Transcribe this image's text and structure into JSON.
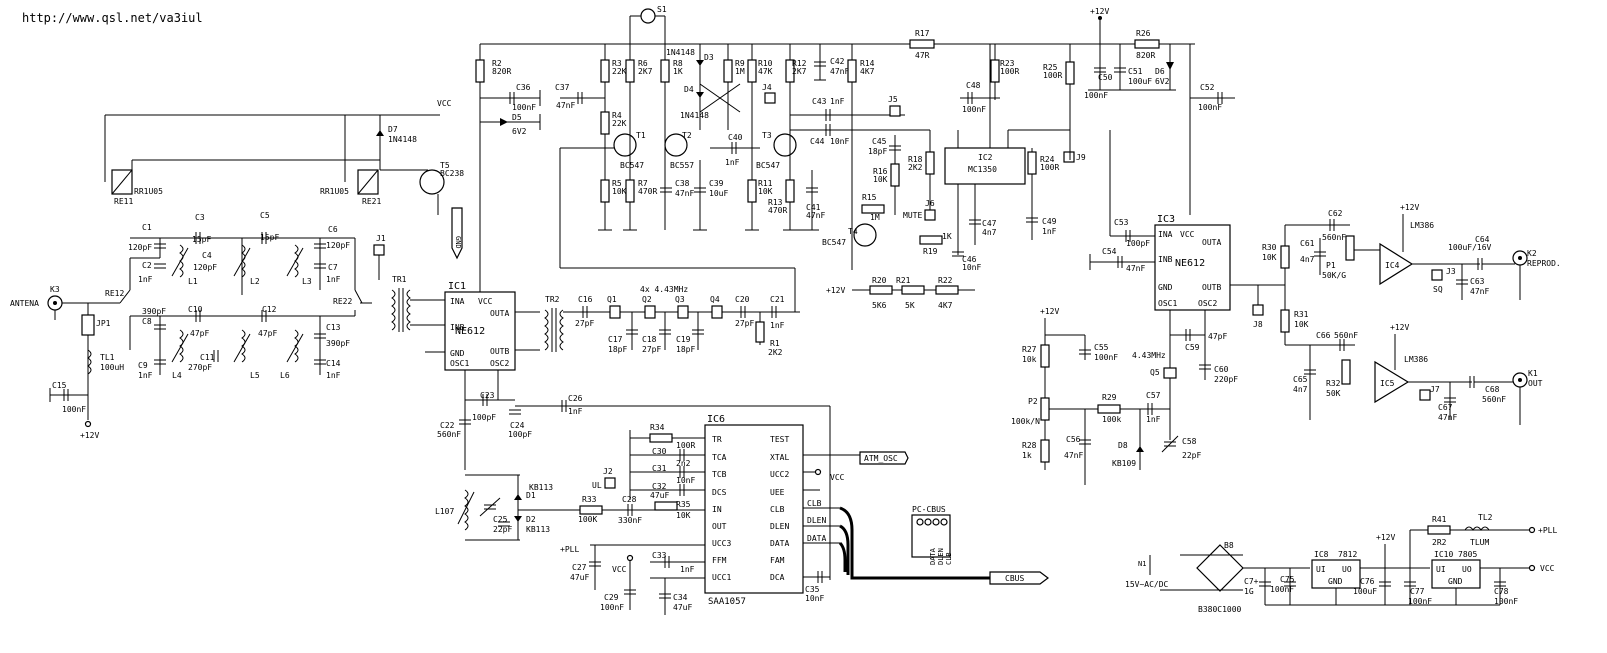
{
  "url": "http://www.qsl.net/va3iul",
  "rails": {
    "vcc": "VCC",
    "v12": "+12V",
    "pll": "+PLL"
  },
  "ics": [
    {
      "id": "IC1",
      "part": "NE612",
      "pins": [
        "INA",
        "INB",
        "GND",
        "VCC",
        "OUTA",
        "OUTB",
        "OSC1",
        "OSC2"
      ]
    },
    {
      "id": "IC2",
      "part": "MC1350"
    },
    {
      "id": "IC3",
      "part": "NE612",
      "pins": [
        "INA",
        "VCC",
        "OUTA",
        "INB",
        "OUTB",
        "GND",
        "OSC1",
        "OSC2"
      ]
    },
    {
      "id": "IC4",
      "part": "LM386"
    },
    {
      "id": "IC5",
      "part": "LM386"
    },
    {
      "id": "IC6",
      "part": "SAA1057",
      "pins_left": [
        "TR",
        "TCA",
        "TCB",
        "DCS",
        "IN",
        "OUT",
        "UCC3",
        "FFM",
        "UCC1"
      ],
      "pins_right": [
        "TEST",
        "XTAL",
        "UCC2",
        "UEE",
        "CLB",
        "DLEN",
        "DATA",
        "FAM",
        "DCA"
      ]
    },
    {
      "id": "IC8",
      "part": "7812",
      "pins": [
        "UI",
        "UO",
        "GND"
      ]
    },
    {
      "id": "IC10",
      "part": "7805",
      "pins": [
        "UI",
        "UO",
        "GND"
      ]
    }
  ],
  "transistors": [
    {
      "id": "T1",
      "part": "BC547"
    },
    {
      "id": "T2",
      "part": "BC557"
    },
    {
      "id": "T3",
      "part": "BC547"
    },
    {
      "id": "T4",
      "part": "BC547"
    },
    {
      "id": "T5",
      "part": "BC238"
    }
  ],
  "relays": [
    {
      "id": "RE11",
      "part": "RR1U05"
    },
    {
      "id": "RE21",
      "part": "RR1U05"
    }
  ],
  "switches": [
    "RE12",
    "RE22",
    "S1"
  ],
  "diodes": [
    {
      "id": "D1",
      "part": "KB113"
    },
    {
      "id": "D2",
      "part": "KB113"
    },
    {
      "id": "D3",
      "part": "1N4148"
    },
    {
      "id": "D4",
      "part": "1N4148"
    },
    {
      "id": "D5",
      "part": "6V2"
    },
    {
      "id": "D6",
      "part": "6V2"
    },
    {
      "id": "D7",
      "part": "1N4148"
    },
    {
      "id": "D8",
      "part": "KB109"
    }
  ],
  "bridge": {
    "id": "B8",
    "part": "B380C1000"
  },
  "resistors": [
    {
      "id": "R1",
      "value": "2K2"
    },
    {
      "id": "R2",
      "value": "820R"
    },
    {
      "id": "R3",
      "value": "22K"
    },
    {
      "id": "R4",
      "value": "22K"
    },
    {
      "id": "R5",
      "value": "10K"
    },
    {
      "id": "R6",
      "value": "2K7"
    },
    {
      "id": "R7",
      "value": "470R"
    },
    {
      "id": "R8",
      "value": "1K"
    },
    {
      "id": "R9",
      "value": "1M"
    },
    {
      "id": "R10",
      "value": "47K"
    },
    {
      "id": "R11",
      "value": "10K"
    },
    {
      "id": "R12",
      "value": "2K7"
    },
    {
      "id": "R13",
      "value": "470R"
    },
    {
      "id": "R14",
      "value": "4K7"
    },
    {
      "id": "R15",
      "value": "1M"
    },
    {
      "id": "R16",
      "value": "10K"
    },
    {
      "id": "R17",
      "value": "47R"
    },
    {
      "id": "R18",
      "value": "2K2"
    },
    {
      "id": "R19",
      "value": "1K"
    },
    {
      "id": "R20",
      "value": "5K6"
    },
    {
      "id": "R21",
      "value": "5K"
    },
    {
      "id": "R22",
      "value": "4K7"
    },
    {
      "id": "R23",
      "value": "100R"
    },
    {
      "id": "R24",
      "value": "100R"
    },
    {
      "id": "R25",
      "value": "100R"
    },
    {
      "id": "R26",
      "value": "820R"
    },
    {
      "id": "R27",
      "value": "10k"
    },
    {
      "id": "R28",
      "value": "1k"
    },
    {
      "id": "R29",
      "value": "100k"
    },
    {
      "id": "R30",
      "value": "10K"
    },
    {
      "id": "R31",
      "value": "10K"
    },
    {
      "id": "R32",
      "value": "50K"
    },
    {
      "id": "R33",
      "value": "100K"
    },
    {
      "id": "R34",
      "value": "100R"
    },
    {
      "id": "R35",
      "value": "10K"
    },
    {
      "id": "R41",
      "value": "2R2"
    }
  ],
  "pots": [
    {
      "id": "P1",
      "value": "50K/G"
    },
    {
      "id": "P2",
      "value": "100k/N"
    }
  ],
  "caps": [
    {
      "id": "C1",
      "value": "120pF"
    },
    {
      "id": "C2",
      "value": "1nF"
    },
    {
      "id": "C3",
      "value": "15pF"
    },
    {
      "id": "C4",
      "value": "120pF"
    },
    {
      "id": "C5",
      "value": "15pF"
    },
    {
      "id": "C6",
      "value": "120pF"
    },
    {
      "id": "C7",
      "value": "1nF"
    },
    {
      "id": "C8",
      "value": "390pF"
    },
    {
      "id": "C9",
      "value": "1nF"
    },
    {
      "id": "C10",
      "value": "47pF"
    },
    {
      "id": "C11",
      "value": "270pF"
    },
    {
      "id": "C12",
      "value": "47pF"
    },
    {
      "id": "C13",
      "value": "390pF"
    },
    {
      "id": "C14",
      "value": "1nF"
    },
    {
      "id": "C15",
      "value": "100nF"
    },
    {
      "id": "C16",
      "value": "27pF"
    },
    {
      "id": "C17",
      "value": "18pF"
    },
    {
      "id": "C18",
      "value": "27pF"
    },
    {
      "id": "C19",
      "value": "18pF"
    },
    {
      "id": "C20",
      "value": "27pF"
    },
    {
      "id": "C21",
      "value": "1nF"
    },
    {
      "id": "C22",
      "value": "560nF"
    },
    {
      "id": "C23",
      "value": "100pF"
    },
    {
      "id": "C24",
      "value": "100pF"
    },
    {
      "id": "C25",
      "value": "22pF"
    },
    {
      "id": "C26",
      "value": "1nF"
    },
    {
      "id": "C27",
      "value": "47uF"
    },
    {
      "id": "C28",
      "value": "330nF"
    },
    {
      "id": "C29",
      "value": "100nF"
    },
    {
      "id": "C30",
      "value": "2n2"
    },
    {
      "id": "C31",
      "value": "10nF"
    },
    {
      "id": "C32",
      "value": "47uF"
    },
    {
      "id": "C33",
      "value": "1nF"
    },
    {
      "id": "C34",
      "value": "47uF"
    },
    {
      "id": "C35",
      "value": "10nF"
    },
    {
      "id": "C36",
      "value": "100nF"
    },
    {
      "id": "C37",
      "value": "47nF"
    },
    {
      "id": "C38",
      "value": "47nF"
    },
    {
      "id": "C39",
      "value": "10uF"
    },
    {
      "id": "C40",
      "value": "1nF"
    },
    {
      "id": "C41",
      "value": "47nF"
    },
    {
      "id": "C42",
      "value": "47nF"
    },
    {
      "id": "C43",
      "value": "1nF"
    },
    {
      "id": "C44",
      "value": "10nF"
    },
    {
      "id": "C45",
      "value": "18pF"
    },
    {
      "id": "C46",
      "value": "10nF"
    },
    {
      "id": "C47",
      "value": "4n7"
    },
    {
      "id": "C48",
      "value": "100nF"
    },
    {
      "id": "C49",
      "value": "1nF"
    },
    {
      "id": "C50",
      "value": "100nF"
    },
    {
      "id": "C51",
      "value": "100uF"
    },
    {
      "id": "C52",
      "value": "100nF"
    },
    {
      "id": "C53",
      "value": "100pF"
    },
    {
      "id": "C54",
      "value": "47nF"
    },
    {
      "id": "C55",
      "value": "100nF"
    },
    {
      "id": "C56",
      "value": "47nF"
    },
    {
      "id": "C57",
      "value": "1nF"
    },
    {
      "id": "C58",
      "value": "22pF"
    },
    {
      "id": "C59",
      "value": "47pF"
    },
    {
      "id": "C60",
      "value": "220pF"
    },
    {
      "id": "C61",
      "value": "4n7"
    },
    {
      "id": "C62",
      "value": "560nF"
    },
    {
      "id": "C63",
      "value": "47nF"
    },
    {
      "id": "C64",
      "value": "100uF/16V"
    },
    {
      "id": "C65",
      "value": "4n7"
    },
    {
      "id": "C66",
      "value": "560nF"
    },
    {
      "id": "C67",
      "value": "47nF"
    },
    {
      "id": "C68",
      "value": "560nF"
    },
    {
      "id": "C7+",
      "value": "1G"
    },
    {
      "id": "C75",
      "value": "100nF"
    },
    {
      "id": "C76",
      "value": "100uF"
    },
    {
      "id": "C77",
      "value": "100nF"
    },
    {
      "id": "C78",
      "value": "100nF"
    }
  ],
  "inductors": [
    "L1",
    "L2",
    "L3",
    "L4",
    "L5",
    "L6",
    "L107"
  ],
  "transformers": [
    "TR1",
    "TR2"
  ],
  "chokes": [
    {
      "id": "TL1",
      "value": "100uH"
    },
    {
      "id": "TL2",
      "value": "TLUM"
    }
  ],
  "crystals": {
    "label": "4x 4.43MHz",
    "ids": [
      "Q1",
      "Q2",
      "Q3",
      "Q4"
    ],
    "q5": "Q5",
    "q5_freq": "4.43MHz"
  },
  "jumpers": [
    "JP1",
    "J1",
    "J2",
    "J3",
    "J4",
    "J5",
    "J6",
    "J7",
    "J8",
    "J9"
  ],
  "connectors": [
    {
      "id": "K3",
      "label": "ANTENA"
    },
    {
      "id": "K2",
      "label": "REPROD."
    },
    {
      "id": "K1",
      "label": "OUT"
    }
  ],
  "labels": {
    "mute": "MUTE",
    "sq": "SQ",
    "ul": "UL",
    "atm_osc": "ATM_OSC",
    "cbus": "CBUS",
    "pc_cbus": "PC-CBUS",
    "clb": "CLB",
    "dlen": "DLEN",
    "data": "DATA",
    "supply": "15V~AC/DC",
    "pll_out": "+PLL",
    "vcc_out": "VCC"
  }
}
